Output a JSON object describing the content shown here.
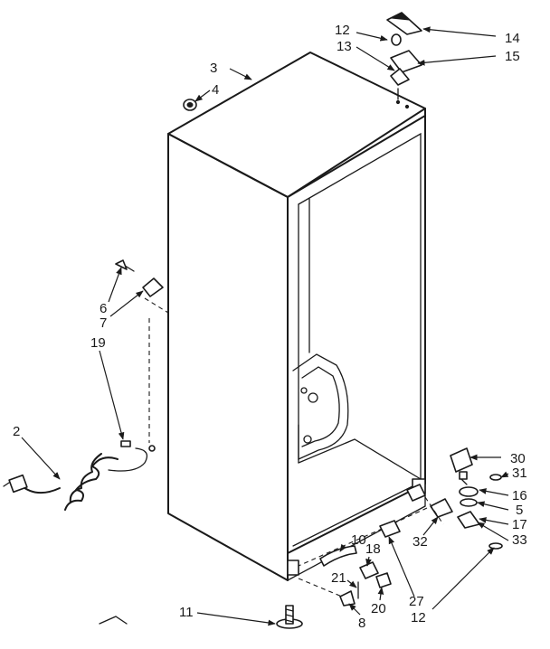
{
  "callouts": {
    "c2": "2",
    "c3": "3",
    "c4": "4",
    "c5": "5",
    "c6": "6",
    "c7": "7",
    "c8": "8",
    "c10": "10",
    "c11": "11",
    "c12a": "12",
    "c12b": "12",
    "c13": "13",
    "c14": "14",
    "c15": "15",
    "c16": "16",
    "c17": "17",
    "c18": "18",
    "c19": "19",
    "c20": "20",
    "c21": "21",
    "c27": "27",
    "c30": "30",
    "c31": "31",
    "c32": "32",
    "c33": "33"
  }
}
